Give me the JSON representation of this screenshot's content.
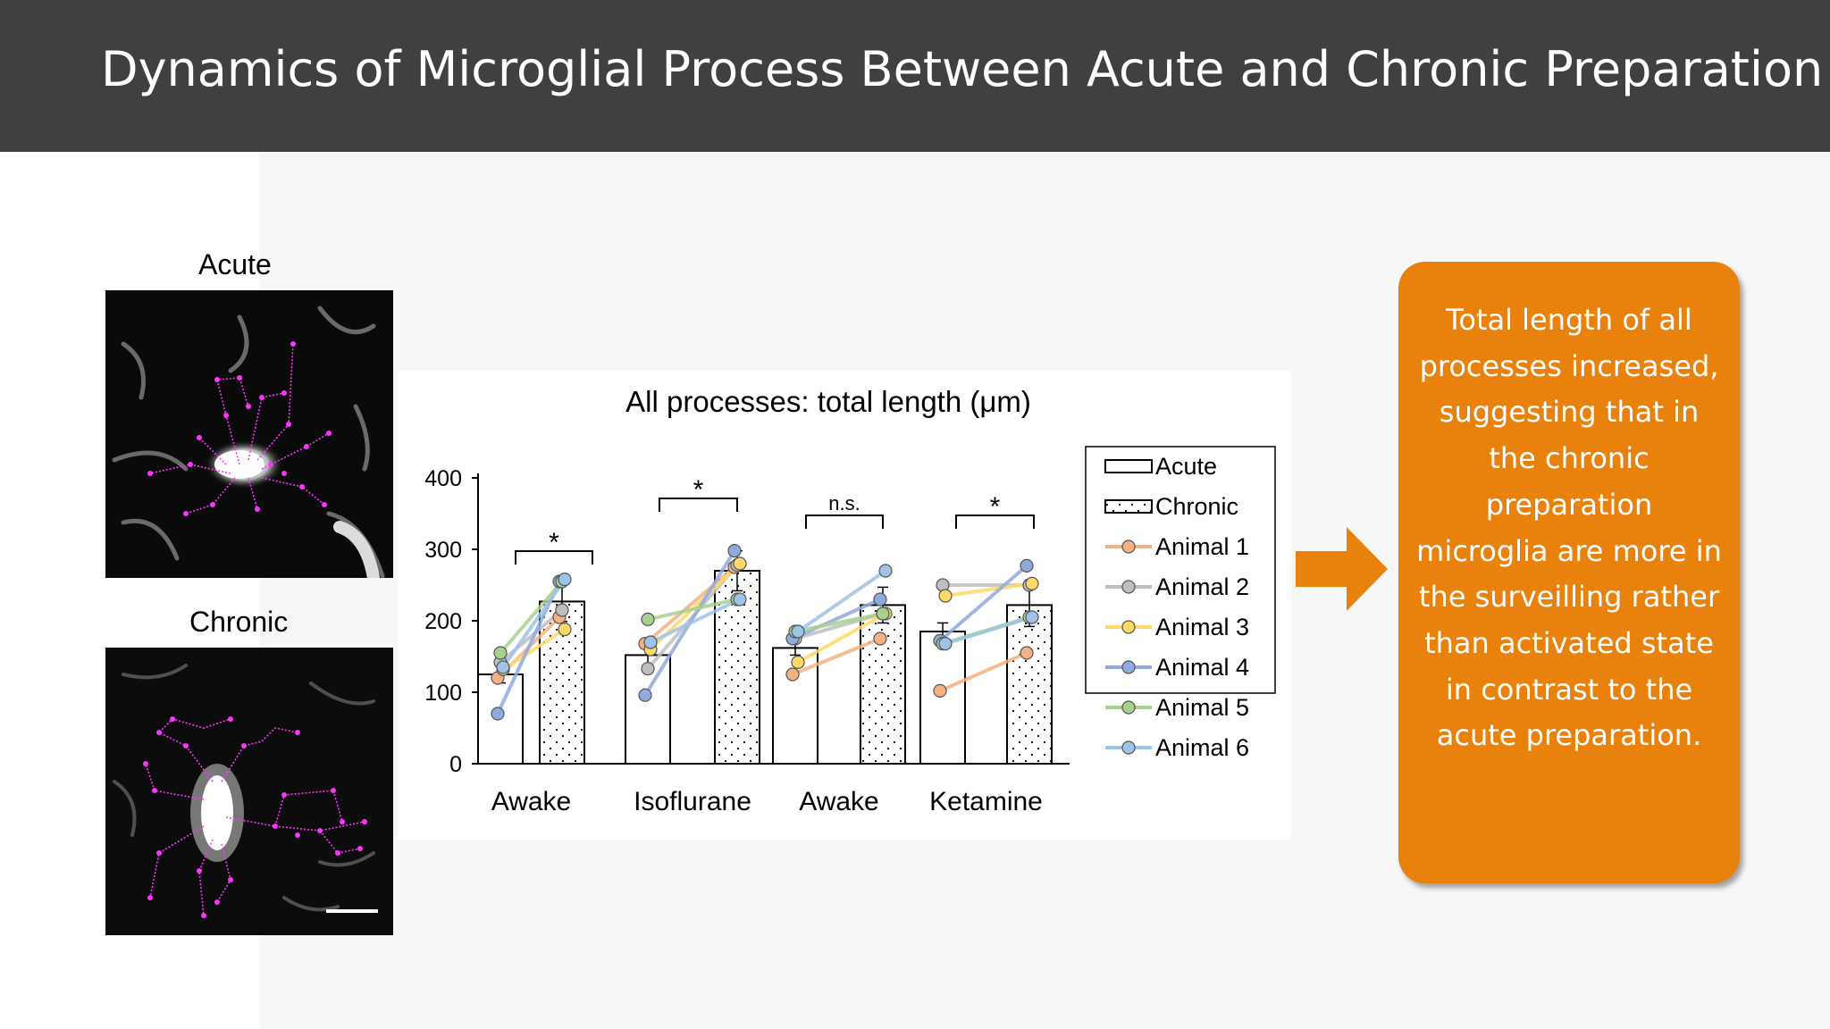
{
  "header": {
    "title": "Dynamics of Microglial Process Between Acute and Chronic Preparation"
  },
  "images": {
    "acute_label": "Acute",
    "chronic_label": "Chronic"
  },
  "callout": {
    "text": "Total length of all processes increased, suggesting that in the chronic preparation microglia are more in the surveilling rather than activated state in contrast to the acute preparation."
  },
  "colors": {
    "title_bar": "#404040",
    "callout": "#e8820c",
    "trace": "#ff33ff"
  },
  "chart_data": {
    "type": "bar",
    "title": "All processes: total length (μm)",
    "categories": [
      "Awake",
      "Isoflurane",
      "Awake",
      "Ketamine"
    ],
    "ylim": [
      0,
      400
    ],
    "yticks": [
      0,
      100,
      200,
      300,
      400
    ],
    "series": [
      {
        "name": "Acute",
        "values": [
          125,
          152,
          162,
          185
        ],
        "pattern": "plain"
      },
      {
        "name": "Chronic",
        "values": [
          227,
          270,
          222,
          222
        ],
        "pattern": "dotted"
      }
    ],
    "bar_errors": {
      "Acute": [
        12,
        15,
        10,
        12
      ],
      "Chronic": [
        28,
        28,
        25,
        30
      ]
    },
    "significance": [
      "*",
      "*",
      "n.s.",
      "*"
    ],
    "animals": [
      {
        "name": "Animal 1",
        "color": "#f4b183",
        "acute": [
          120,
          168,
          125,
          102
        ],
        "chronic": [
          205,
          275,
          175,
          155
        ]
      },
      {
        "name": "Animal 2",
        "color": "#bfbfbf",
        "acute": [
          142,
          133,
          175,
          250
        ],
        "chronic": [
          215,
          278,
          210,
          250
        ]
      },
      {
        "name": "Animal 3",
        "color": "#ffd966",
        "acute": [
          132,
          160,
          142,
          235
        ],
        "chronic": [
          188,
          280,
          210,
          252
        ]
      },
      {
        "name": "Animal 4",
        "color": "#8faadc",
        "acute": [
          70,
          96,
          175,
          172
        ],
        "chronic": [
          255,
          298,
          230,
          277
        ]
      },
      {
        "name": "Animal 5",
        "color": "#a9d18e",
        "acute": [
          155,
          202,
          185,
          168
        ],
        "chronic": [
          255,
          230,
          210,
          205
        ]
      },
      {
        "name": "Animal 6",
        "color": "#9dc3e6",
        "acute": [
          135,
          170,
          185,
          168
        ],
        "chronic": [
          258,
          230,
          270,
          205
        ]
      }
    ]
  }
}
